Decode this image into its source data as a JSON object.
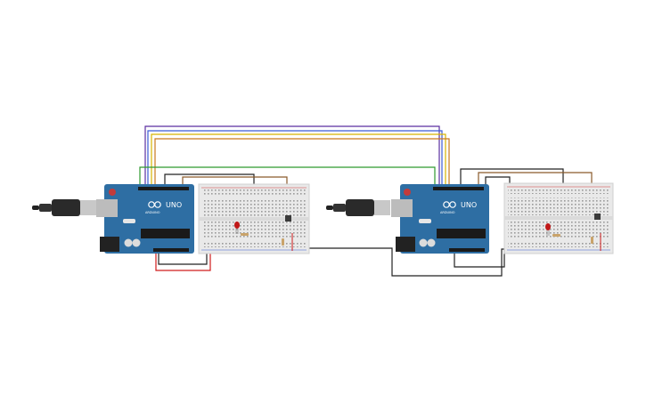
{
  "boards": [
    {
      "brand": "ARDUINO",
      "model": "UNO",
      "logo": "arduino-infinity-logo"
    },
    {
      "brand": "ARDUINO",
      "model": "UNO",
      "logo": "arduino-infinity-logo"
    }
  ],
  "colors": {
    "board": "#2e6ea3",
    "board_dark": "#1f4f78",
    "breadboard": "#e9e9e9",
    "rail_red": "#d23a3a",
    "rail_blue": "#3a5fd2",
    "led": "#c01818",
    "wire_purple": "#5b2fa0",
    "wire_blue": "#3b5bd6",
    "wire_yellow": "#d7b400",
    "wire_orange": "#c7781f",
    "wire_green": "#2e9a2e",
    "wire_black": "#222222",
    "wire_brown": "#8a5a2b",
    "wire_red": "#d01c1c"
  },
  "components": [
    "usb-cable",
    "arduino-uno",
    "breadboard",
    "red-led",
    "resistor",
    "pushbutton"
  ]
}
